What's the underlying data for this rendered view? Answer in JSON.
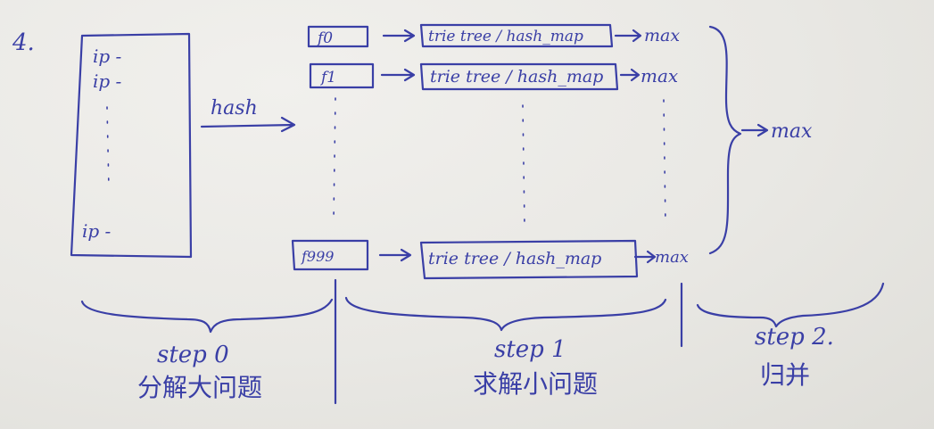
{
  "item_number": "4.",
  "input_file": {
    "rows": [
      "ip -",
      "ip -",
      "ip -"
    ]
  },
  "hash_label": "hash",
  "files": [
    {
      "name": "f0",
      "structure": "trie tree / hash_map",
      "result": "max"
    },
    {
      "name": "f1",
      "structure": "trie tree / hash_map",
      "result": "max"
    },
    {
      "name": "f999",
      "structure": "trie tree / hash_map",
      "result": "max"
    }
  ],
  "final_result": "max",
  "steps": [
    {
      "label": "step 0",
      "caption": "分解大问题"
    },
    {
      "label": "step 1",
      "caption": "求解小问题"
    },
    {
      "label": "step 2.",
      "caption": "归并"
    }
  ],
  "colors": {
    "ink": "#3a3fa6",
    "paper": "#ecebe8"
  }
}
